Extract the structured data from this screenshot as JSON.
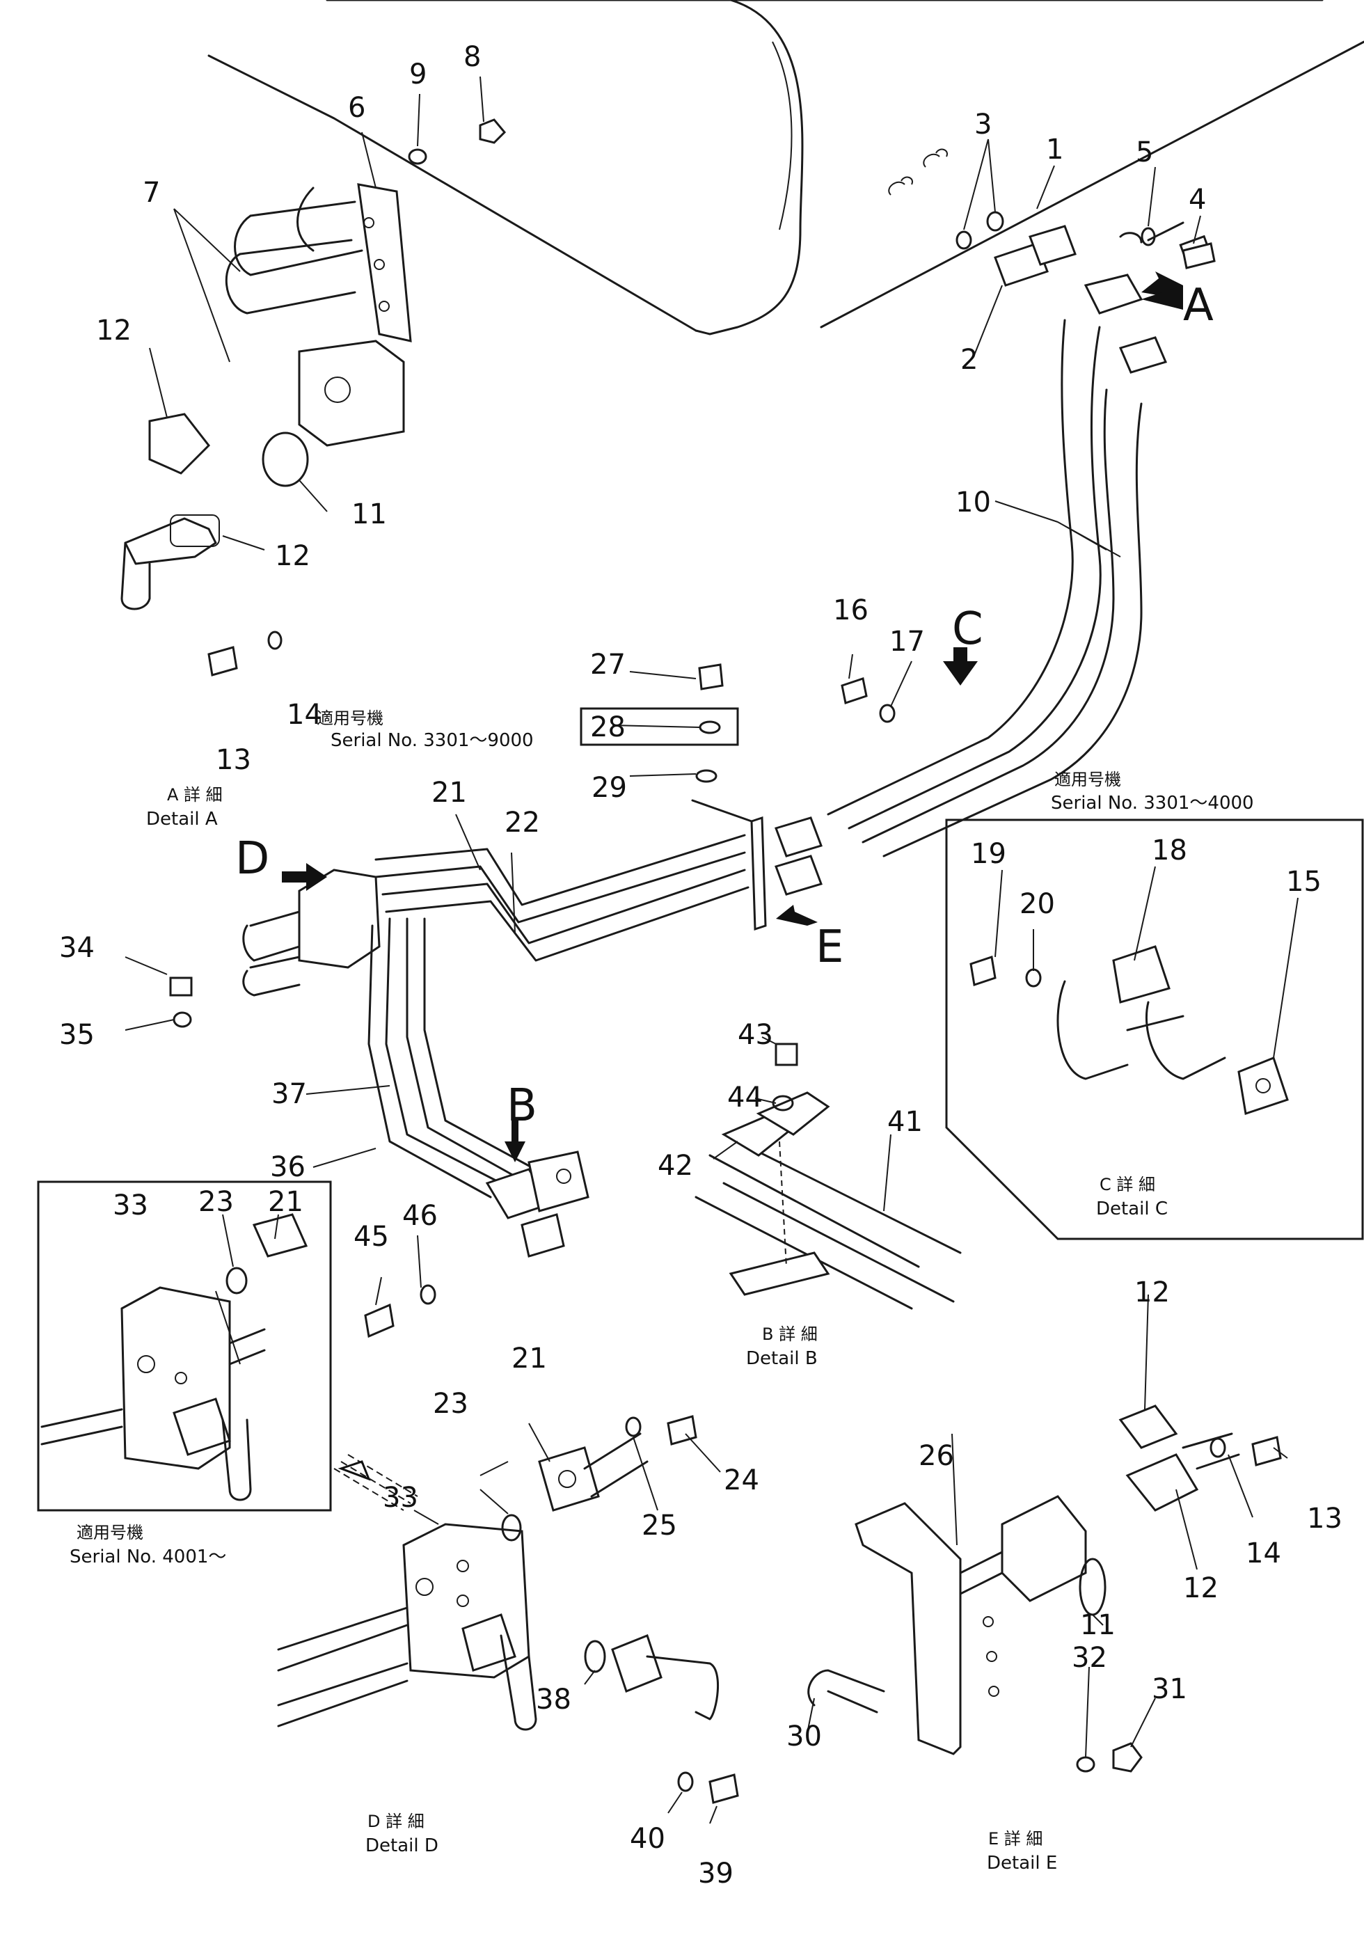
{
  "callouts": {
    "n1": "1",
    "n2": "2",
    "n3": "3",
    "n4": "4",
    "n5": "5",
    "n6": "6",
    "n7": "7",
    "n8": "8",
    "n9": "9",
    "n10": "10",
    "n11": "11",
    "n12": "12",
    "n13": "13",
    "n14": "14",
    "n15": "15",
    "n16": "16",
    "n17": "17",
    "n18": "18",
    "n19": "19",
    "n20": "20",
    "n21": "21",
    "n22": "22",
    "n23": "23",
    "n24": "24",
    "n25": "25",
    "n26": "26",
    "n27": "27",
    "n28": "28",
    "n29": "29",
    "n30": "30",
    "n31": "31",
    "n32": "32",
    "n33": "33",
    "n34": "34",
    "n35": "35",
    "n36": "36",
    "n37": "37",
    "n38": "38",
    "n39": "39",
    "n40": "40",
    "n41": "41",
    "n42": "42",
    "n43": "43",
    "n44": "44",
    "n45": "45",
    "n46": "46"
  },
  "view_letters": {
    "a": "A",
    "b": "B",
    "c": "C",
    "d": "D",
    "e": "E"
  },
  "captions": {
    "detail_a_jp": "A 詳 細",
    "detail_a": "Detail A",
    "detail_b_jp": "B 詳 細",
    "detail_b": "Detail B",
    "detail_c_jp": "C 詳 細",
    "detail_c": "Detail C",
    "detail_d_jp": "D 詳 細",
    "detail_d": "Detail D",
    "detail_e_jp": "E 詳 細",
    "detail_e": "Detail E"
  },
  "serial_notes": {
    "note1_jp": "適用号機",
    "note1": "Serial No. 3301～9000",
    "note2_jp": "適用号機",
    "note2": "Serial No. 3301～4000",
    "note3_jp": "適用号機",
    "note3": "Serial No. 4001～"
  }
}
